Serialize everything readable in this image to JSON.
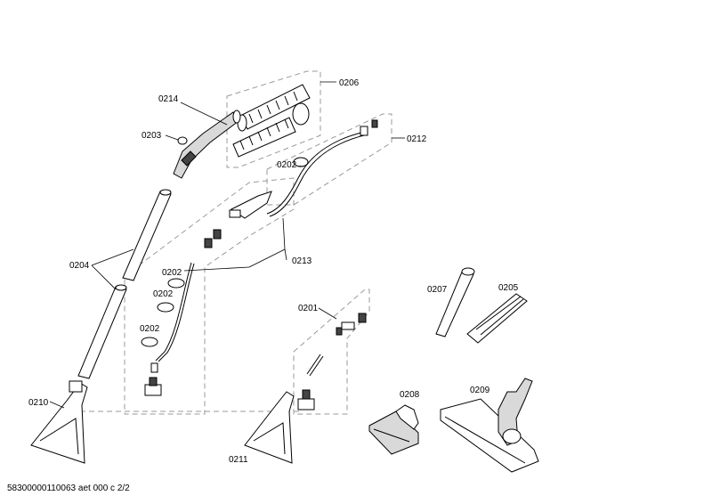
{
  "labels": {
    "p0206": "0206",
    "p0214": "0214",
    "p0203": "0203",
    "p0212": "0212",
    "p0202_top": "0202",
    "p0204": "0204",
    "p0213": "0213",
    "p0202_a": "0202",
    "p0202_b": "0202",
    "p0202_c": "0202",
    "p0201": "0201",
    "p0207": "0207",
    "p0205": "0205",
    "p0210": "0210",
    "p0211": "0211",
    "p0208": "0208",
    "p0209": "0209"
  },
  "footer": "58300000110063 aet 000 c 2/2"
}
